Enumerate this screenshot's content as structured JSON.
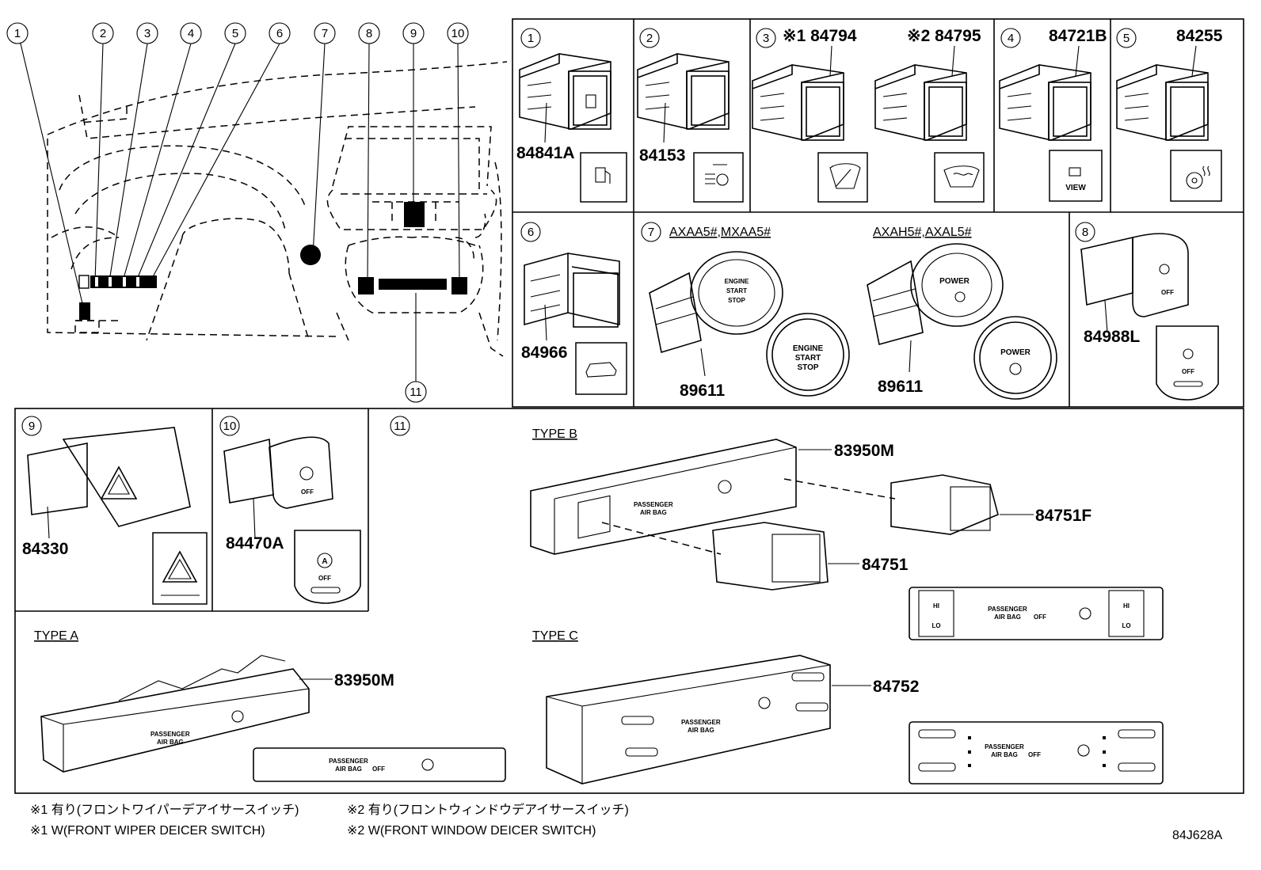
{
  "callouts": [
    "1",
    "2",
    "3",
    "4",
    "5",
    "6",
    "7",
    "8",
    "9",
    "10",
    "11"
  ],
  "panels": {
    "p1": {
      "num": "1",
      "part": "84841A"
    },
    "p2": {
      "num": "2",
      "part": "84153"
    },
    "p3": {
      "num": "3",
      "part_a": "※1 84794",
      "part_b": "※2 84795"
    },
    "p4": {
      "num": "4",
      "part": "84721B",
      "icon_text": "VIEW"
    },
    "p5": {
      "num": "5",
      "part": "84255"
    },
    "p6": {
      "num": "6",
      "part": "84966"
    },
    "p7": {
      "num": "7",
      "variant_a": "AXAA5#,MXAA5#",
      "variant_b": "AXAH5#,AXAL5#",
      "part_a": "89611",
      "part_b": "89611",
      "engine_text": [
        "ENGINE",
        "START",
        "STOP"
      ],
      "power_text": "POWER"
    },
    "p8": {
      "num": "8",
      "part": "84988L",
      "off_text": "OFF"
    },
    "p9": {
      "num": "9",
      "part": "84330"
    },
    "p10": {
      "num": "10",
      "part": "84470A",
      "off_text": "OFF",
      "a_text": "A"
    },
    "p11": {
      "num": "11",
      "type_a": {
        "label": "TYPE A",
        "part": "83950M"
      },
      "type_b": {
        "label": "TYPE B",
        "part_main": "83950M",
        "part_f": "84751F",
        "part_plain": "84751"
      },
      "type_c": {
        "label": "TYPE C",
        "part": "84752"
      },
      "airbag_text": [
        "PASSENGER",
        "AIR BAG"
      ],
      "off_text": "OFF",
      "hi_text": "HI",
      "lo_text": "LO"
    }
  },
  "footnotes": [
    "※1 有り(フロントワイパーデアイサースイッチ)",
    "※2 有り(フロントウィンドウデアイサースイッチ)",
    "※1 W(FRONT WIPER DEICER SWITCH)",
    "※2 W(FRONT WINDOW DEICER SWITCH)"
  ],
  "diagram_id": "84J628A"
}
